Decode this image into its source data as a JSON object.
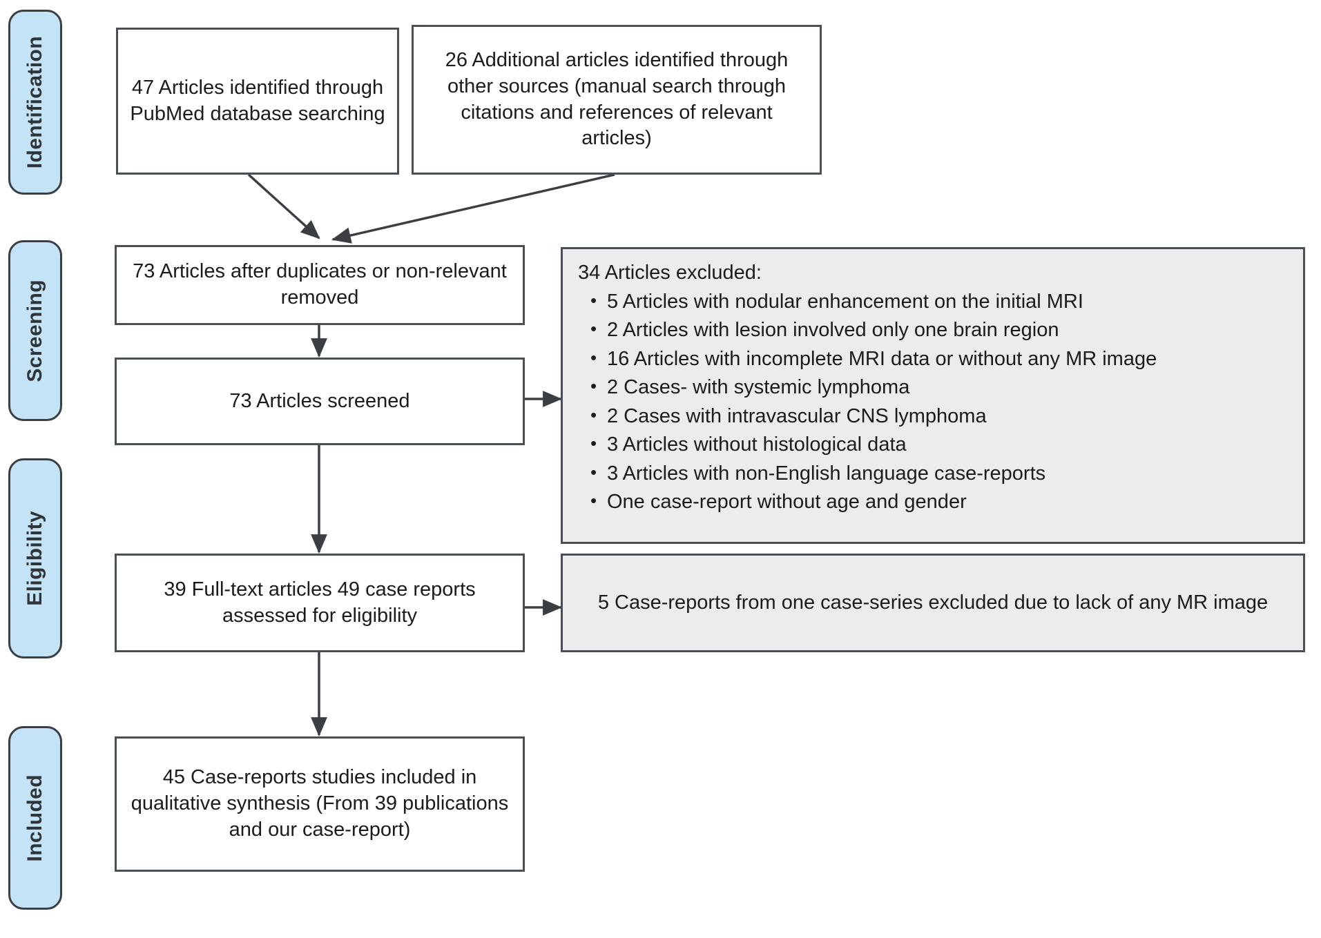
{
  "diagram": {
    "title": "PRISMA study selection flow diagram",
    "type": "prisma-flowchart",
    "colors": {
      "stage_label_fill": "#c5e3f6",
      "stage_label_border": "#3a3f45",
      "node_border": "#4a4f55",
      "node_fill": "#ffffff",
      "node_fill_shaded": "#ececec",
      "connector": "#3b3f44",
      "text": "#1b1b1b",
      "background": "#ffffff"
    }
  },
  "stages": [
    {
      "id": "identification",
      "label": "Identification"
    },
    {
      "id": "screening",
      "label": "Screening"
    },
    {
      "id": "eligibility",
      "label": "Eligibility"
    },
    {
      "id": "included",
      "label": "Included"
    }
  ],
  "nodes": {
    "pubmed": {
      "text": "47 Articles identified through PubMed database searching",
      "count": 47,
      "stage": "identification"
    },
    "other_sources": {
      "text": "26 Additional articles identified through other sources (manual search through citations and references of relevant articles)",
      "count": 26,
      "stage": "identification"
    },
    "after_duplicates": {
      "text": "73 Articles after duplicates or non-relevant removed",
      "count": 73,
      "stage": "screening"
    },
    "screened": {
      "text": "73 Articles screened",
      "count": 73,
      "stage": "screening"
    },
    "excluded": {
      "heading": "34 Articles excluded:",
      "count": 34,
      "stage": "screening",
      "items": [
        "5 Articles with nodular enhancement on the initial MRI",
        "2 Articles with lesion involved only one brain region",
        "16 Articles with incomplete MRI data or without any MR image",
        "2 Cases- with systemic lymphoma",
        "2 Cases with intravascular CNS lymphoma",
        "3 Articles without histological data",
        "3 Articles with non-English language case-reports",
        "One case-report without age and gender"
      ]
    },
    "fulltext": {
      "text": "39 Full-text articles 49 case reports assessed for eligibility",
      "stage": "eligibility"
    },
    "fulltext_excluded": {
      "text": "5 Case-reports from one case-series excluded due to lack of any MR image",
      "count": 5,
      "stage": "eligibility"
    },
    "included_final": {
      "text": "45 Case-reports studies included in qualitative synthesis (From 39 publications and our case-report)",
      "count": 45,
      "stage": "included"
    }
  },
  "connectors": [
    {
      "from": "pubmed",
      "to": "after_duplicates",
      "kind": "arrow"
    },
    {
      "from": "other_sources",
      "to": "after_duplicates",
      "kind": "arrow"
    },
    {
      "from": "after_duplicates",
      "to": "screened",
      "kind": "arrow"
    },
    {
      "from": "screened",
      "to": "excluded",
      "kind": "arrow"
    },
    {
      "from": "screened",
      "to": "fulltext",
      "kind": "arrow"
    },
    {
      "from": "fulltext",
      "to": "fulltext_excluded",
      "kind": "arrow"
    },
    {
      "from": "fulltext",
      "to": "included_final",
      "kind": "arrow"
    }
  ]
}
